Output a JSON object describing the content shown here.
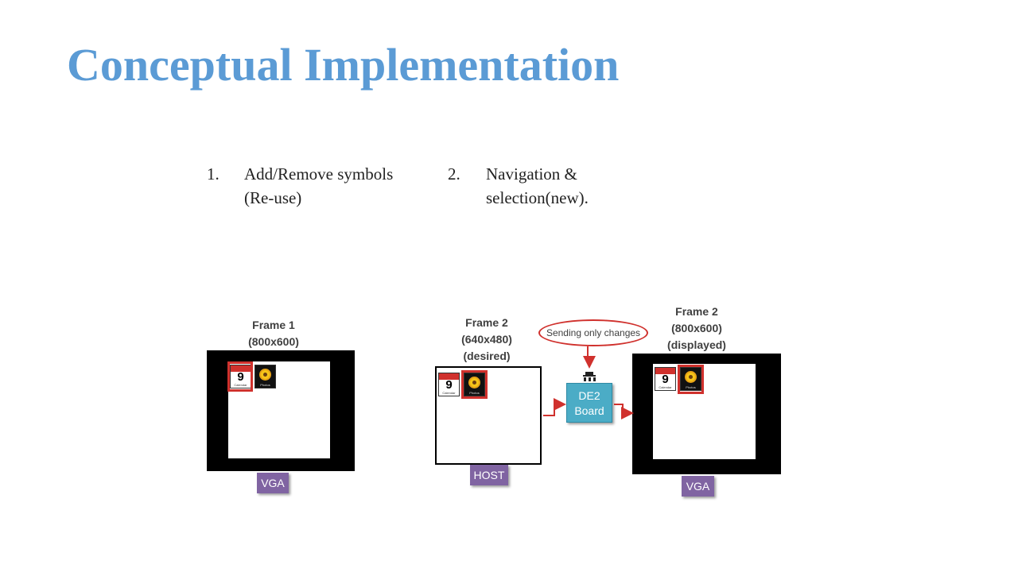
{
  "slide": {
    "title": "Conceptual Implementation",
    "list": [
      {
        "number": "1.",
        "lines": [
          "Add/Remove symbols",
          "(Re-use)"
        ]
      },
      {
        "number": "2.",
        "lines": [
          "Navigation &",
          "selection(new)."
        ]
      }
    ]
  },
  "diagram": {
    "frame1": {
      "label_lines": [
        "Frame 1",
        "(800x600)"
      ],
      "output_tag": "VGA"
    },
    "frame2_desired": {
      "label_lines": [
        "Frame 2",
        "(640x480)",
        "(desired)"
      ],
      "source_tag": "HOST"
    },
    "frame2_displayed": {
      "label_lines": [
        "Frame 2",
        "(800x600)",
        "(displayed)"
      ],
      "output_tag": "VGA"
    },
    "board": {
      "label_lines": [
        "DE2",
        "Board"
      ]
    },
    "callout": "Sending only changes",
    "icons": {
      "calendar": {
        "day": "9",
        "caption": "Calendar"
      },
      "photos": {
        "caption": "Photos"
      }
    },
    "colors": {
      "title": "#5b9bd5",
      "selection": "#d0312d",
      "tag": "#8064a2",
      "board": "#4bacc6",
      "arrow": "#d0312d"
    }
  }
}
